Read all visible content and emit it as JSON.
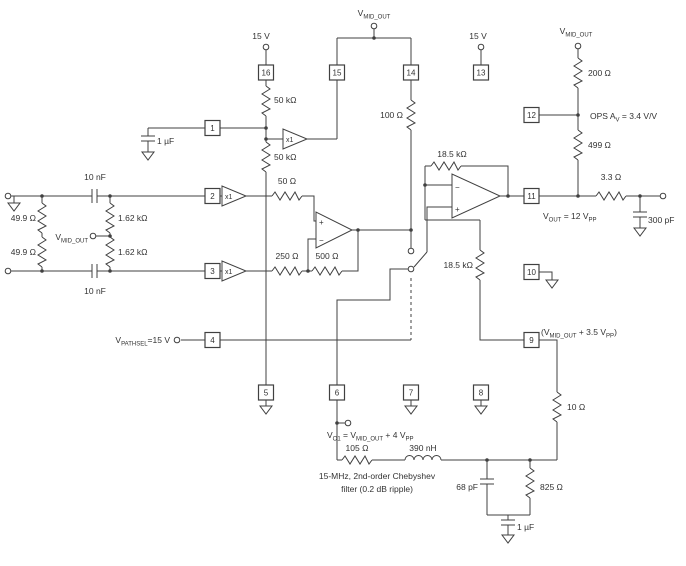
{
  "pins": {
    "p1": "1",
    "p2": "2",
    "p3": "3",
    "p4": "4",
    "p5": "5",
    "p6": "6",
    "p7": "7",
    "p8": "8",
    "p9": "9",
    "p10": "10",
    "p11": "11",
    "p12": "12",
    "p13": "13",
    "p14": "14",
    "p15": "15",
    "p16": "16"
  },
  "amplifiers": {
    "buffer1": "x1",
    "buffer2": "x1",
    "buffer3": "x1",
    "plus": "+",
    "minus": "−"
  },
  "components": {
    "r50k_a": "50 kΩ",
    "r50k_b": "50 kΩ",
    "c1uf_a": "1 µF",
    "r100": "100 Ω",
    "r50": "50 Ω",
    "r250": "250 Ω",
    "r500": "500 Ω",
    "r18k5_a": "18.5 kΩ",
    "r18k5_b": "18.5 kΩ",
    "r200": "200 Ω",
    "r499": "499 Ω",
    "r3r3": "3.3 Ω",
    "c300pf": "300 pF",
    "r10": "10 Ω",
    "r105": "105 Ω",
    "l390nh": "390 nH",
    "c68pf": "68 pF",
    "r825": "825 Ω",
    "c1uf_b": "1 µF",
    "c10nf_a": "10 nF",
    "c10nf_b": "10 nF",
    "r49r9_a": "49.9 Ω",
    "r49r9_b": "49.9 Ω",
    "r1k62_a": "1.62 kΩ",
    "r1k62_b": "1.62 kΩ"
  },
  "labels": {
    "supply_left": "15 V",
    "supply_right": "15 V",
    "filter_note_1": "15-MHz, 2nd-order Chebyshev",
    "filter_note_2": "filter (0.2 dB ripple)"
  },
  "rich": {
    "vmid_top": [
      {
        "t": "V"
      },
      {
        "t": "MID_OUT",
        "sub": 1
      }
    ],
    "vmid_right": [
      {
        "t": "V"
      },
      {
        "t": "MID_OUT",
        "sub": 1
      }
    ],
    "vmid_left": [
      {
        "t": "V"
      },
      {
        "t": "MID_OUT",
        "sub": 1
      }
    ],
    "ops_gain": [
      {
        "t": "OPS A"
      },
      {
        "t": "V",
        "sub": 1
      },
      {
        "t": " = 3.4 V/V"
      }
    ],
    "vout": [
      {
        "t": "V"
      },
      {
        "t": "OUT",
        "sub": 1
      },
      {
        "t": " = 12 V"
      },
      {
        "t": "PP",
        "sub": 1
      }
    ],
    "vpathsel": [
      {
        "t": "V"
      },
      {
        "t": "PATHSEL",
        "sub": 1
      },
      {
        "t": "=15 V"
      }
    ],
    "vpin9": [
      {
        "t": "(V"
      },
      {
        "t": "MID_OUT",
        "sub": 1
      },
      {
        "t": " + 3.5 V"
      },
      {
        "t": "PP",
        "sub": 1
      },
      {
        "t": ")"
      }
    ],
    "vo1": [
      {
        "t": "V"
      },
      {
        "t": "O1",
        "sub": 1
      },
      {
        "t": " = V"
      },
      {
        "t": "MID_OUT",
        "sub": 1
      },
      {
        "t": " + 4 V"
      },
      {
        "t": "PP",
        "sub": 1
      }
    ]
  }
}
